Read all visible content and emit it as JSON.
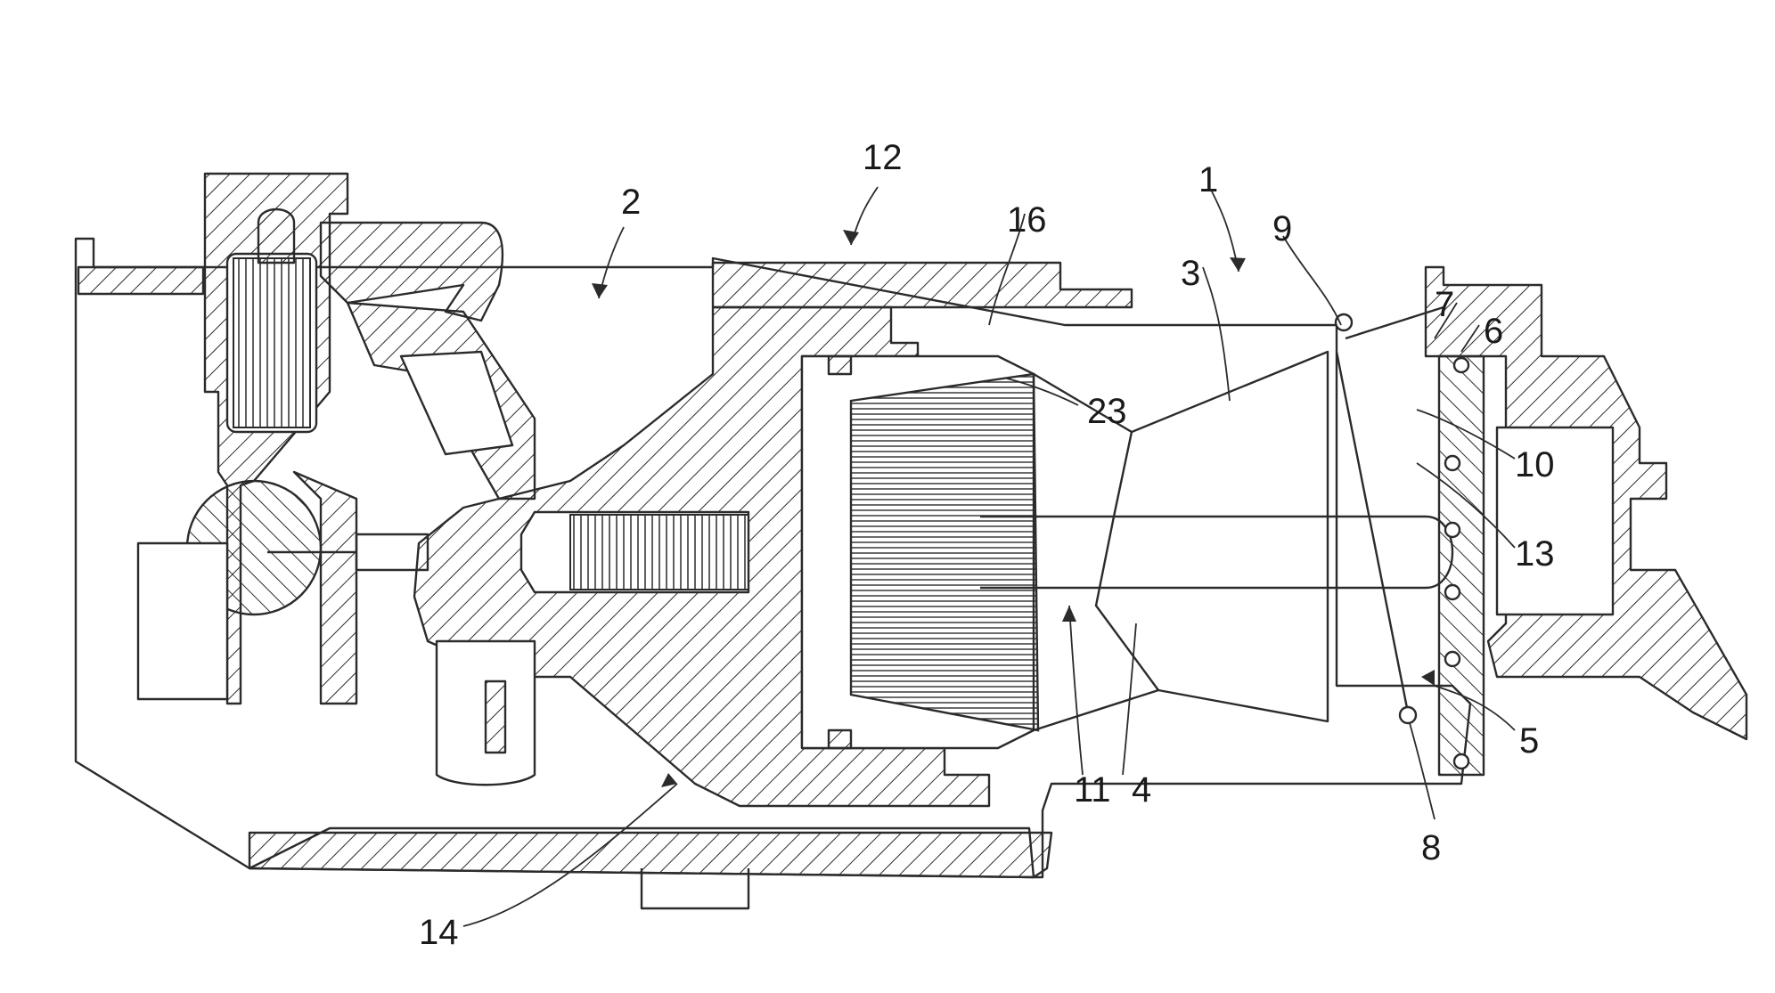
{
  "figure": {
    "reference_numerals": [
      "1",
      "2",
      "3",
      "4",
      "5",
      "6",
      "7",
      "8",
      "9",
      "10",
      "11",
      "12",
      "13",
      "14",
      "16",
      "23"
    ]
  },
  "labels": {
    "n1": "1",
    "n2": "2",
    "n3": "3",
    "n4": "4",
    "n5": "5",
    "n6": "6",
    "n7": "7",
    "n8": "8",
    "n9": "9",
    "n10": "10",
    "n11": "11",
    "n12": "12",
    "n13": "13",
    "n14": "14",
    "n16": "16",
    "n23": "23"
  },
  "colors": {
    "line": "#2b2b2b",
    "background": "#ffffff"
  }
}
